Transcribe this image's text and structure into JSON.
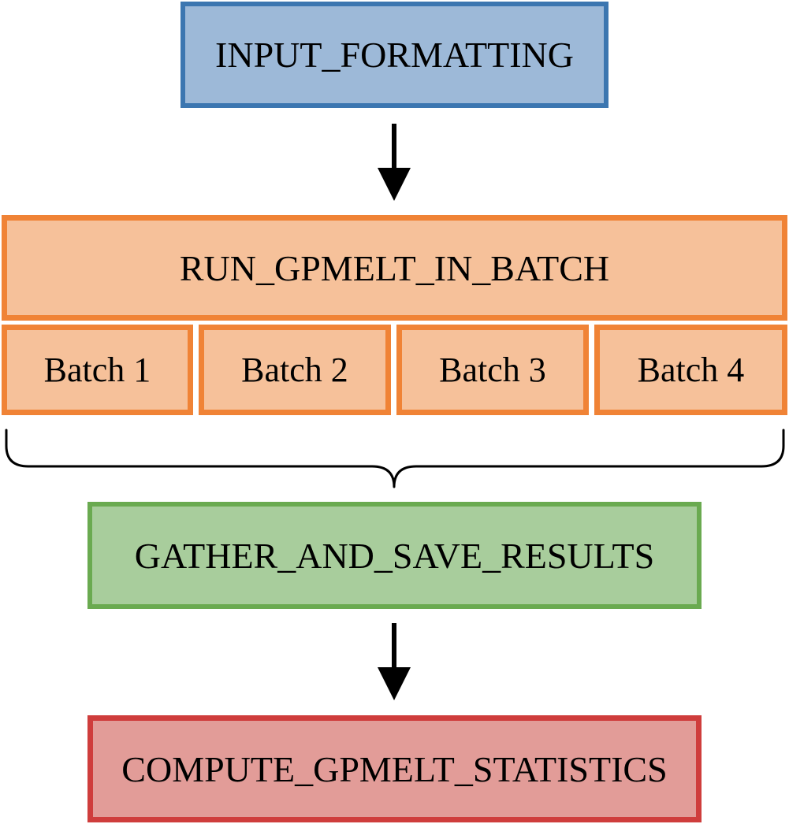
{
  "colors": {
    "input_fill": "#9db9d8",
    "input_border": "#3c76b0",
    "run_fill": "#f6c19a",
    "run_border": "#f08336",
    "gather_fill": "#a8cd9c",
    "gather_border": "#6aaa50",
    "compute_fill": "#e29c98",
    "compute_border": "#cf3d3c",
    "connector": "#000000"
  },
  "steps": {
    "input": "INPUT_FORMATTING",
    "run": "RUN_GPMELT_IN_BATCH",
    "batches": [
      "Batch 1",
      "Batch 2",
      "Batch 3",
      "Batch 4"
    ],
    "gather": "GATHER_AND_SAVE_RESULTS",
    "compute": "COMPUTE_GPMELT_STATISTICS"
  },
  "connectors": {
    "arrow_icon": "down-arrow-icon",
    "brace_icon": "curly-brace-icon"
  }
}
